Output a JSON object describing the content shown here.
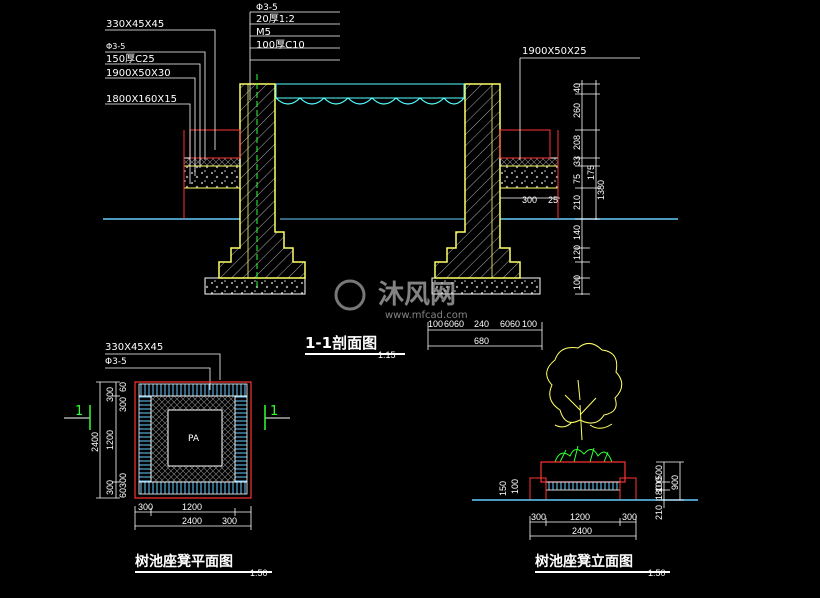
{
  "section": {
    "title": "1-1剖面图",
    "scale": "1:15",
    "callouts_left": [
      "330X45X45",
      "Φ3-5",
      "150厚C25",
      "1900X50X30",
      "1800X160X15"
    ],
    "callouts_top": [
      "Φ3-5",
      "20厚1:2",
      "M5",
      "100厚C10"
    ],
    "callout_right": "1900X50X25",
    "dims_right": [
      "40",
      "260",
      "208",
      "33",
      "75",
      "210",
      "140",
      "120",
      "100",
      "175",
      "1380"
    ],
    "dims_bottom": [
      "100",
      "60",
      "60",
      "240",
      "60",
      "60",
      "100"
    ],
    "dims_bottom_small": [
      "300",
      "25"
    ],
    "dim_total_bottom": "680"
  },
  "plan": {
    "title": "树池座凳平面图",
    "scale": "1:50",
    "callouts": [
      "330X45X45",
      "Φ3-5"
    ],
    "center_label": "PA",
    "section_mark": "1",
    "dims_left": [
      "2400",
      "300",
      "1200",
      "300"
    ],
    "dims_left_small": [
      "60",
      "300",
      "300",
      "60"
    ],
    "dims_bottom": [
      "300",
      "1200",
      "300"
    ],
    "dim_total": "2400"
  },
  "elevation": {
    "title": "树池座凳立面图",
    "scale": "1:50",
    "dims_right": [
      "500",
      "100",
      "180",
      "210",
      "900"
    ],
    "dims_left": [
      "150",
      "100"
    ],
    "dims_bottom": [
      "300",
      "1200",
      "300"
    ],
    "dim_total": "2400"
  },
  "watermark": {
    "brand": "沐风网",
    "url": "www.mfcad.com"
  },
  "colors": {
    "background": "#000000",
    "line_white": "#ffffff",
    "line_yellow": "#ffff66",
    "line_red": "#ff3333",
    "line_green": "#33ff33",
    "line_blue": "#66ccff",
    "line_cyan": "#55ffff"
  }
}
